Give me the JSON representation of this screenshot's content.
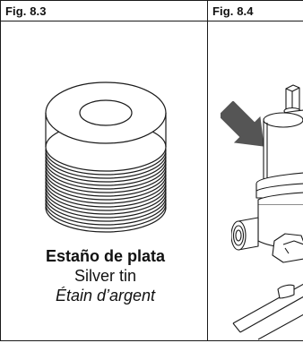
{
  "figures": [
    {
      "label": "Fig. 8.3",
      "illustration": "tin-spool-icon",
      "caption": {
        "es": "Estaño de plata",
        "en": "Silver tin",
        "fr": "Étain d’argent"
      }
    },
    {
      "label": "Fig. 8.4",
      "illustration": "valve-assembly-icon",
      "arrow": "pointer-arrow-icon"
    }
  ],
  "colors": {
    "line": "#1a1a1a",
    "arrow": "#555555",
    "background": "#ffffff"
  }
}
